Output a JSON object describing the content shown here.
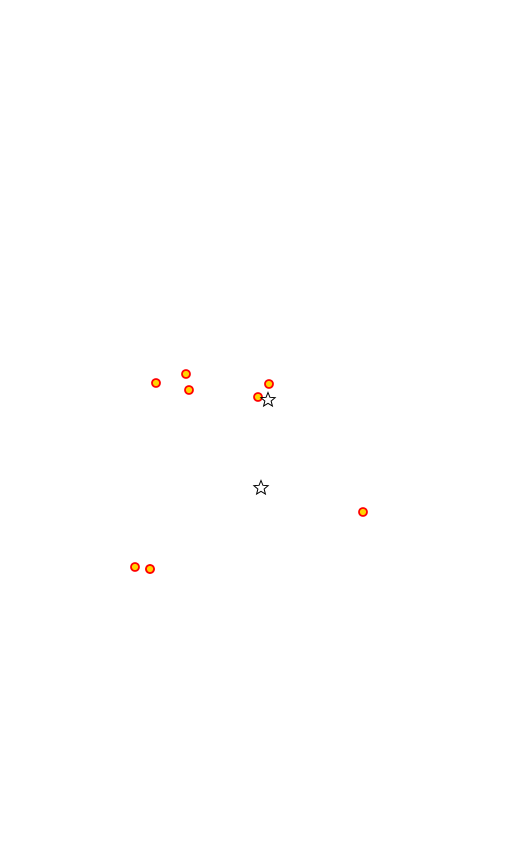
{
  "map": {
    "style": {
      "background": "#ffffff",
      "point_fill": "#ffd400",
      "point_stroke": "#ff0000",
      "star_fill": "#ffffff",
      "star_stroke": "#000000"
    },
    "markers": [
      {
        "id": "point-1",
        "kind": "circle",
        "icon": "circle-marker-icon"
      },
      {
        "id": "point-2",
        "kind": "circle",
        "icon": "circle-marker-icon"
      },
      {
        "id": "point-3",
        "kind": "circle",
        "icon": "circle-marker-icon"
      },
      {
        "id": "point-4",
        "kind": "circle",
        "icon": "circle-marker-icon"
      },
      {
        "id": "point-5",
        "kind": "circle",
        "icon": "circle-marker-icon"
      },
      {
        "id": "point-6",
        "kind": "circle",
        "icon": "circle-marker-icon"
      },
      {
        "id": "point-7",
        "kind": "circle",
        "icon": "circle-marker-icon"
      },
      {
        "id": "point-8",
        "kind": "circle",
        "icon": "circle-marker-icon"
      },
      {
        "id": "point-9",
        "kind": "circle",
        "icon": "circle-marker-icon"
      },
      {
        "id": "star-1",
        "kind": "star",
        "icon": "star-marker-icon"
      },
      {
        "id": "star-2",
        "kind": "star",
        "icon": "star-marker-icon"
      }
    ]
  }
}
